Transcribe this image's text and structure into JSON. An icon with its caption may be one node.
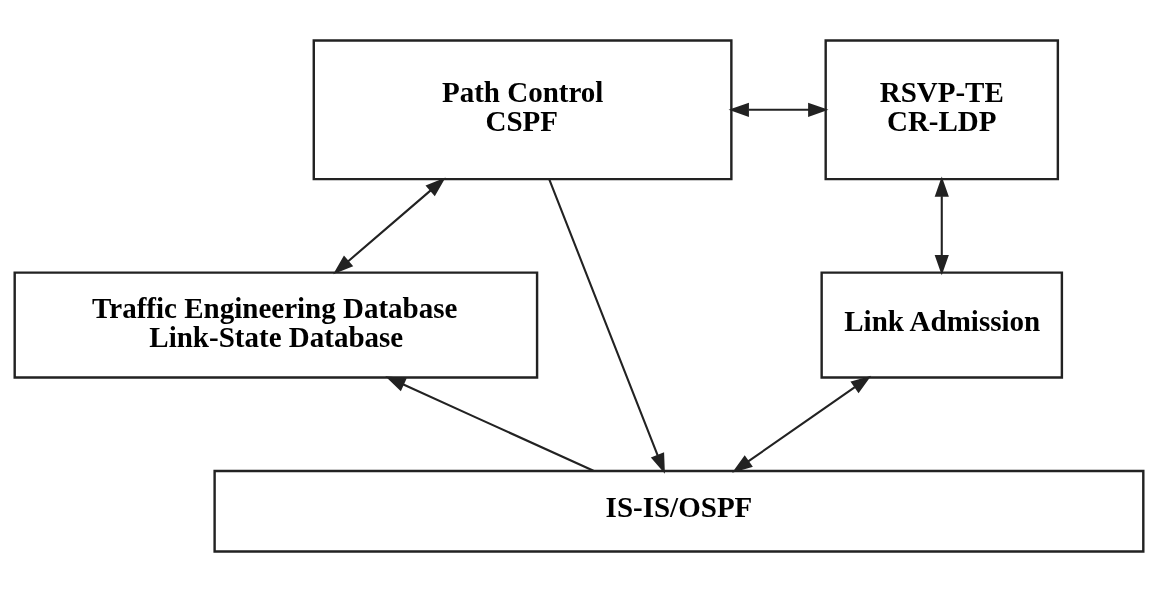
{
  "diagram": {
    "nodes": [
      {
        "text": [
          "Path Control",
          "CSPF"
        ]
      },
      {
        "text": [
          "RSVP-TE",
          "CR-LDP"
        ]
      },
      {
        "text": [
          "Traffic Engineering Database",
          "Link-State Database"
        ]
      },
      {
        "text": [
          "Link Admission"
        ]
      },
      {
        "text": [
          "IS-IS/OSPF"
        ]
      }
    ],
    "edges": [
      {
        "from": 0,
        "to": 1,
        "arrow": "both"
      },
      {
        "from": 0,
        "to": 2,
        "arrow": "both"
      },
      {
        "from": 1,
        "to": 3,
        "arrow": "both"
      },
      {
        "from": 0,
        "to": 4,
        "arrow": "to"
      },
      {
        "from": 4,
        "to": 2,
        "arrow": "to"
      },
      {
        "from": 3,
        "to": 4,
        "arrow": "both"
      }
    ]
  }
}
